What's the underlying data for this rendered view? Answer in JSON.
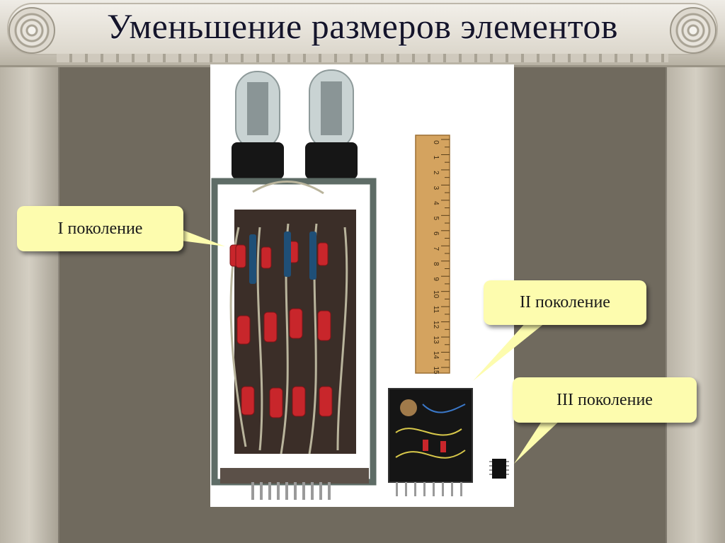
{
  "slide": {
    "title": "Уменьшение размеров элементов"
  },
  "callouts": {
    "gen1": "I поколение",
    "gen2": "II поколение",
    "gen3": "III поколение"
  },
  "ruler": {
    "ticks": [
      "0",
      "1",
      "2",
      "3",
      "4",
      "5",
      "6",
      "7",
      "8",
      "9",
      "10",
      "11",
      "12",
      "13",
      "14",
      "15"
    ]
  },
  "colors": {
    "callout_fill": "#fdfcae",
    "title_color": "#15152b",
    "resistor_red": "#c8262b",
    "tube_glass": "#c9d3d3",
    "ruler_wood": "#d4a35f"
  }
}
